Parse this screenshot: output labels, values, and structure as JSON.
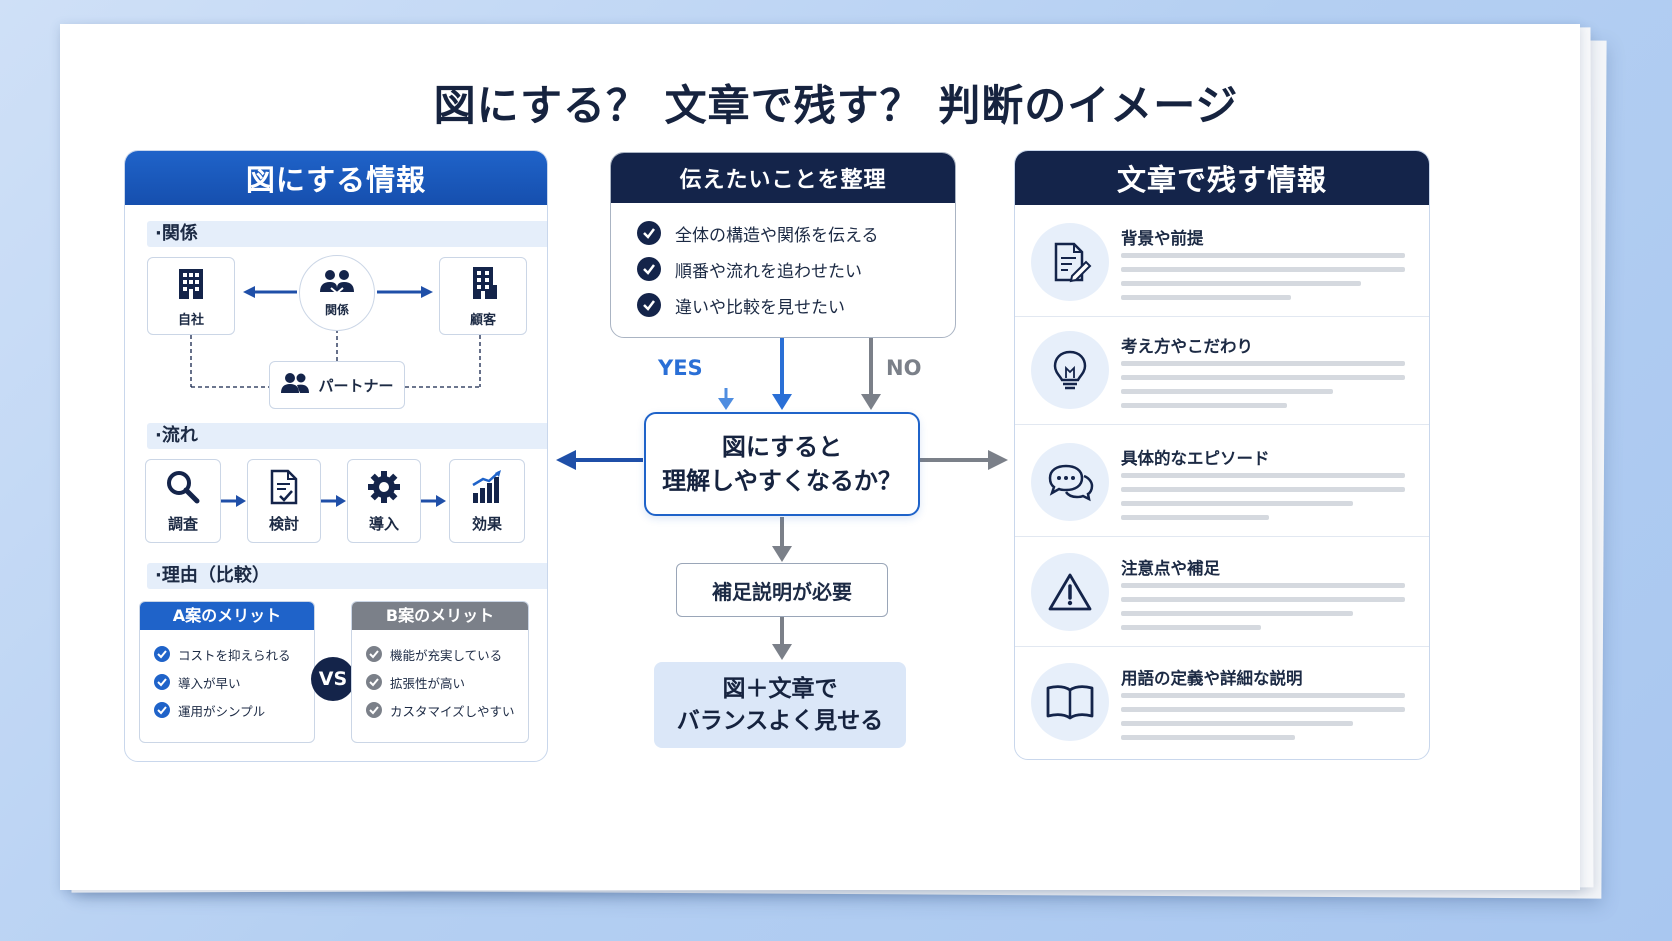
{
  "title": "図にする？ 文章で残す？ 判断のイメージ",
  "left_panel": {
    "heading": "図にする情報",
    "sections": {
      "relation": "関係",
      "flow": "流れ",
      "reason": "理由（比較）"
    },
    "relation_nodes": {
      "company": "自社",
      "center": "関係",
      "customer": "顧客",
      "partner": "パートナー"
    },
    "flow_steps": [
      "調査",
      "検討",
      "導入",
      "効果"
    ],
    "compare": {
      "a_title": "A案のメリット",
      "a_items": [
        "コストを抑えられる",
        "導入が早い",
        "運用がシンプル"
      ],
      "vs": "VS",
      "b_title": "B案のメリット",
      "b_items": [
        "機能が充実している",
        "拡張性が高い",
        "カスタマイズしやすい"
      ]
    }
  },
  "middle": {
    "heading": "伝えたいことを整理",
    "checks": [
      "全体の構造や関係を伝える",
      "順番や流れを追わせたい",
      "違いや比較を見せたい"
    ],
    "yes": "YES",
    "no": "NO",
    "decision_line1": "図にすると",
    "decision_line2": "理解しやすくなるか？",
    "supplement": "補足説明が必要",
    "final_line1": "図＋文章で",
    "final_line2": "バランスよく見せる"
  },
  "right_panel": {
    "heading": "文章で残す情報",
    "items": [
      {
        "title": "背景や前提",
        "icon": "document-pen-icon"
      },
      {
        "title": "考え方やこだわり",
        "icon": "lightbulb-icon"
      },
      {
        "title": "具体的なエピソード",
        "icon": "speech-bubbles-icon"
      },
      {
        "title": "注意点や補足",
        "icon": "warning-icon"
      },
      {
        "title": "用語の定義や詳細な説明",
        "icon": "open-book-icon"
      }
    ]
  },
  "colors": {
    "navy": "#14244a",
    "blue": "#1f63c9",
    "gray": "#7b8089",
    "light_blue": "#dbe7f8"
  }
}
